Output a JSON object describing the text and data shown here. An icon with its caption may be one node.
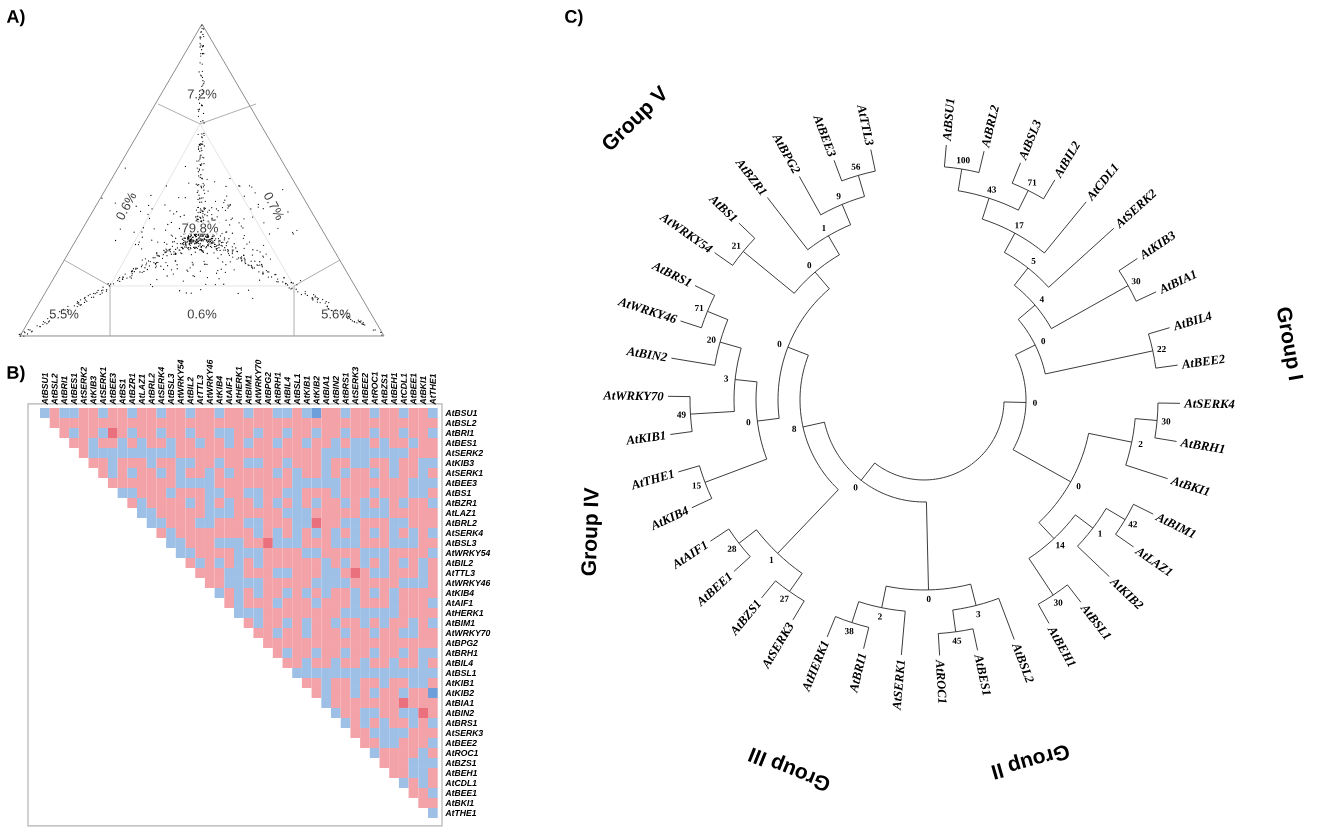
{
  "diagram": {
    "labels": [
      "A)",
      "7.2%",
      "0.6%",
      "0.7%",
      "79.8%",
      "5.5%",
      "0.6%",
      "5.6%",
      "B)",
      "AtBSU1",
      "AtBSL2",
      "AtBRI1",
      "AtBES1",
      "AtSERK2",
      "AtKIB3",
      "AtSERK1",
      "AtBEE3",
      "AtBS1",
      "AtBZR1",
      "AtLAZ1",
      "AtBRL2",
      "AtSERK4",
      "AtBSL3",
      "AtWRKY54",
      "AtBIL2",
      "AtTTL3",
      "AtWRKY46",
      "AtKIB4",
      "AtAIF1",
      "AtHERK1",
      "AtBIM1",
      "AtWRKY70",
      "AtBPG2",
      "AtBRH1",
      "AtBIL4",
      "AtBSL1",
      "AtKIB1",
      "AtKIB2",
      "AtBIA1",
      "AtBIN2",
      "AtBRS1",
      "AtSERK3",
      "AtBEE2",
      "AtROC1",
      "AtBZS1",
      "AtBEH1",
      "AtCDL1",
      "AtBEE1",
      "AtBKI1",
      "AtTHE1",
      "AtBSU1",
      "AtBSL2",
      "AtBRI1",
      "AtBES1",
      "AtSERK2",
      "AtKIB3",
      "AtSERK1",
      "AtBEE3",
      "AtBS1",
      "AtBZR1",
      "AtLAZ1",
      "AtBRL2",
      "AtSERK4",
      "AtBSL3",
      "AtWRKY54",
      "AtBIL2",
      "AtTTL3",
      "AtWRKY46",
      "AtKIB4",
      "AtAIF1",
      "AtHERK1",
      "AtBIM1",
      "AtWRKY70",
      "AtBPG2",
      "AtBRH1",
      "AtBIL4",
      "AtBSL1",
      "AtKIB1",
      "AtKIB2",
      "AtBIA1",
      "AtBIN2",
      "AtBRS1",
      "AtSERK3",
      "AtBEE2",
      "AtROC1",
      "AtBZS1",
      "AtBEH1",
      "AtCDL1",
      "AtBEE1",
      "AtBKI1",
      "AtTHE1",
      "C)",
      "Group V",
      "Group I",
      "Group IV",
      "Group III",
      "Group II",
      "AtBSU1",
      "AtBRL2",
      "AtBSL3",
      "AtBIL2",
      "AtCDL1",
      "AtSERK2",
      "AtKIB3",
      "AtBIA1",
      "AtBIL4",
      "AtBEE2",
      "AtSERK4",
      "AtBRH1",
      "AtBKI1",
      "AtBIM1",
      "AtLAZ1",
      "AtKIB2",
      "AtBSL1",
      "AtSERK3",
      "AtHERK1",
      "AtBRI1",
      "AtSERK1",
      "AtROC1",
      "AtBES1",
      "AtBSL2",
      "AtBEH1",
      "AtBZS1",
      "AtBEE1",
      "AtAIF1",
      "AtKIB4",
      "AtTHE1",
      "AtKIB1",
      "AtWRKY70",
      "AtBIN2",
      "AtWRKY46",
      "AtBRS1",
      "AtWRKY54",
      "AtBS1",
      "AtBZR1",
      "AtBPG2",
      "AtBEE3",
      "AtTTL3",
      "100",
      "71",
      "43",
      "17",
      "5",
      "30",
      "4",
      "22",
      "0",
      "30",
      "2",
      "42",
      "1",
      "30",
      "14",
      "0",
      "0",
      "27",
      "28",
      "1",
      "15",
      "49",
      "71",
      "20",
      "3",
      "0",
      "21",
      "56",
      "9",
      "1",
      "0",
      "0",
      "8",
      "45",
      "3",
      "38",
      "2",
      "0",
      "0"
    ]
  }
}
